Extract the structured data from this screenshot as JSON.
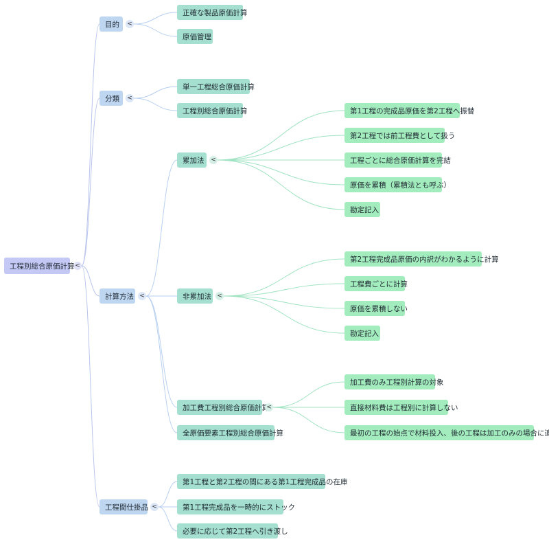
{
  "root": {
    "label": "工程別総合原価計算",
    "toggle": "<",
    "children": [
      {
        "label": "目的",
        "toggle": "<",
        "children": [
          {
            "label": "正確な製品原価計算"
          },
          {
            "label": "原価管理"
          }
        ]
      },
      {
        "label": "分類",
        "toggle": "<",
        "children": [
          {
            "label": "単一工程総合原価計算"
          },
          {
            "label": "工程別総合原価計算"
          }
        ]
      },
      {
        "label": "計算方法",
        "toggle": "<",
        "children": [
          {
            "label": "累加法",
            "toggle": "<",
            "children": [
              {
                "label": "第1工程の完成品原価を第2工程へ振替"
              },
              {
                "label": "第2工程では前工程費として扱う"
              },
              {
                "label": "工程ごとに総合原価計算を完結"
              },
              {
                "label": "原価を累積（累積法とも呼ぶ）"
              },
              {
                "label": "勘定記入"
              }
            ]
          },
          {
            "label": "非累加法",
            "toggle": "<",
            "children": [
              {
                "label": "第2工程完成品原価の内訳がわかるように計算"
              },
              {
                "label": "工程費ごとに計算"
              },
              {
                "label": "原価を累積しない"
              },
              {
                "label": "勘定記入"
              }
            ]
          },
          {
            "label": "加工費工程別総合原価計算",
            "toggle": "<",
            "children": [
              {
                "label": "加工費のみ工程別計算の対象"
              },
              {
                "label": "直接材料費は工程別に計算しない"
              },
              {
                "label": "最初の工程の始点で材料投入、後の工程は加工のみの場合に適用"
              }
            ]
          },
          {
            "label": "全原価要素工程別総合原価計算"
          }
        ]
      },
      {
        "label": "工程間仕掛品",
        "toggle": "<",
        "children": [
          {
            "label": "第1工程と第2工程の間にある第1工程完成品の在庫"
          },
          {
            "label": "第1工程完成品を一時的にストック"
          },
          {
            "label": "必要に応じて第2工程へ引き渡し"
          }
        ]
      }
    ]
  },
  "colors": {
    "root_fill": "#c3c8f4",
    "level1_fill": "#bfd6f1",
    "level2_fill": "#a4dfcf",
    "level3_fill": "#a3ecbd",
    "link_level1": "#b9c4ec",
    "link_level2": "#b7cff0",
    "link_level3": "#9fe3c2"
  }
}
